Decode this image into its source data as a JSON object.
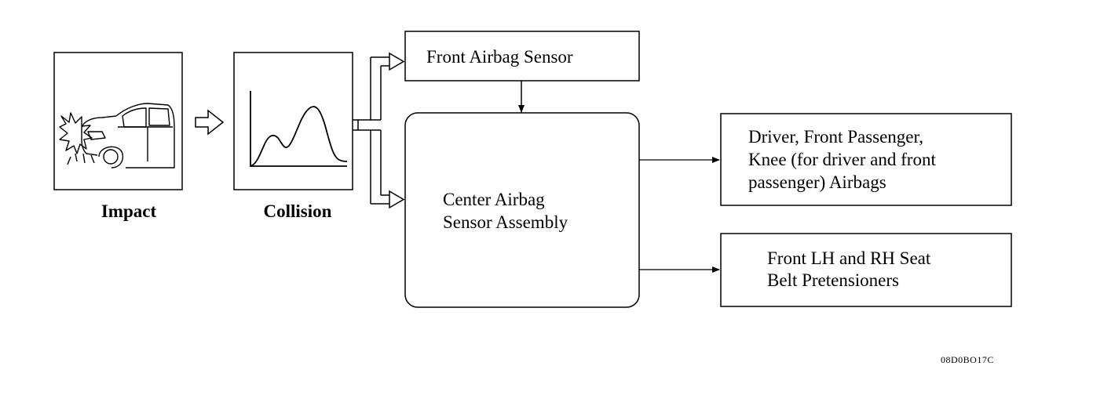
{
  "labels": {
    "impact": "Impact",
    "collision": "Collision",
    "front_sensor": "Front Airbag Sensor",
    "center_line1": "Center Airbag",
    "center_line2": "Sensor Assembly",
    "airbags_line1": "Driver, Front Passenger,",
    "airbags_line2": "Knee (for driver and front",
    "airbags_line3": "passenger) Airbags",
    "pretensioner_line1": "Front LH and RH Seat",
    "pretensioner_line2": "Belt Pretensioners"
  },
  "figure_code": "08D0BO17C",
  "icons": {
    "impact": "car-crash-icon",
    "collision": "deceleration-waveform-icon"
  }
}
